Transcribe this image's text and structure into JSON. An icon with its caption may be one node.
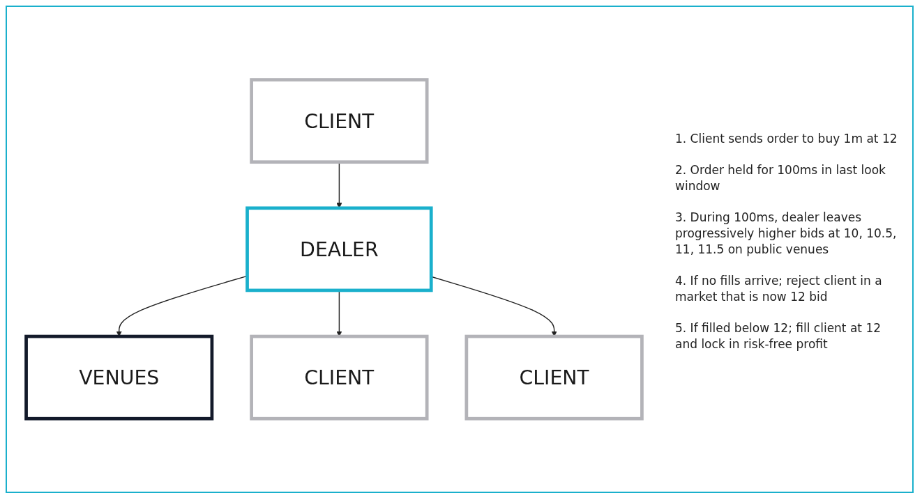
{
  "diagram": {
    "nodes": [
      {
        "text": [
          "CLIENT"
        ]
      },
      {
        "text": [
          "VENUES"
        ]
      },
      {
        "text": [
          "DEALER"
        ]
      },
      {
        "text": [
          "CLIENT"
        ]
      },
      {
        "text": [
          "CLIENT"
        ]
      }
    ],
    "edges": [
      {
        "from": 0,
        "to": 2,
        "arrow": "to"
      },
      {
        "from": 2,
        "to": 1,
        "arrow": "to"
      },
      {
        "from": 2,
        "to": 3,
        "arrow": "to"
      },
      {
        "from": 2,
        "to": 4,
        "arrow": "to"
      }
    ],
    "labels": [
      "1. Client sends order to buy 1m at 12",
      "2. Order held for 100ms in last look window",
      "3. During 100ms, dealer leaves progressively higher bids at 10, 10.5, 11, 11.5 on public venues",
      "4. If no fills arrive; reject client in a market that is now 12 bid",
      "5. If filled below 12; fill client at 12 and lock in risk-free profit"
    ]
  }
}
